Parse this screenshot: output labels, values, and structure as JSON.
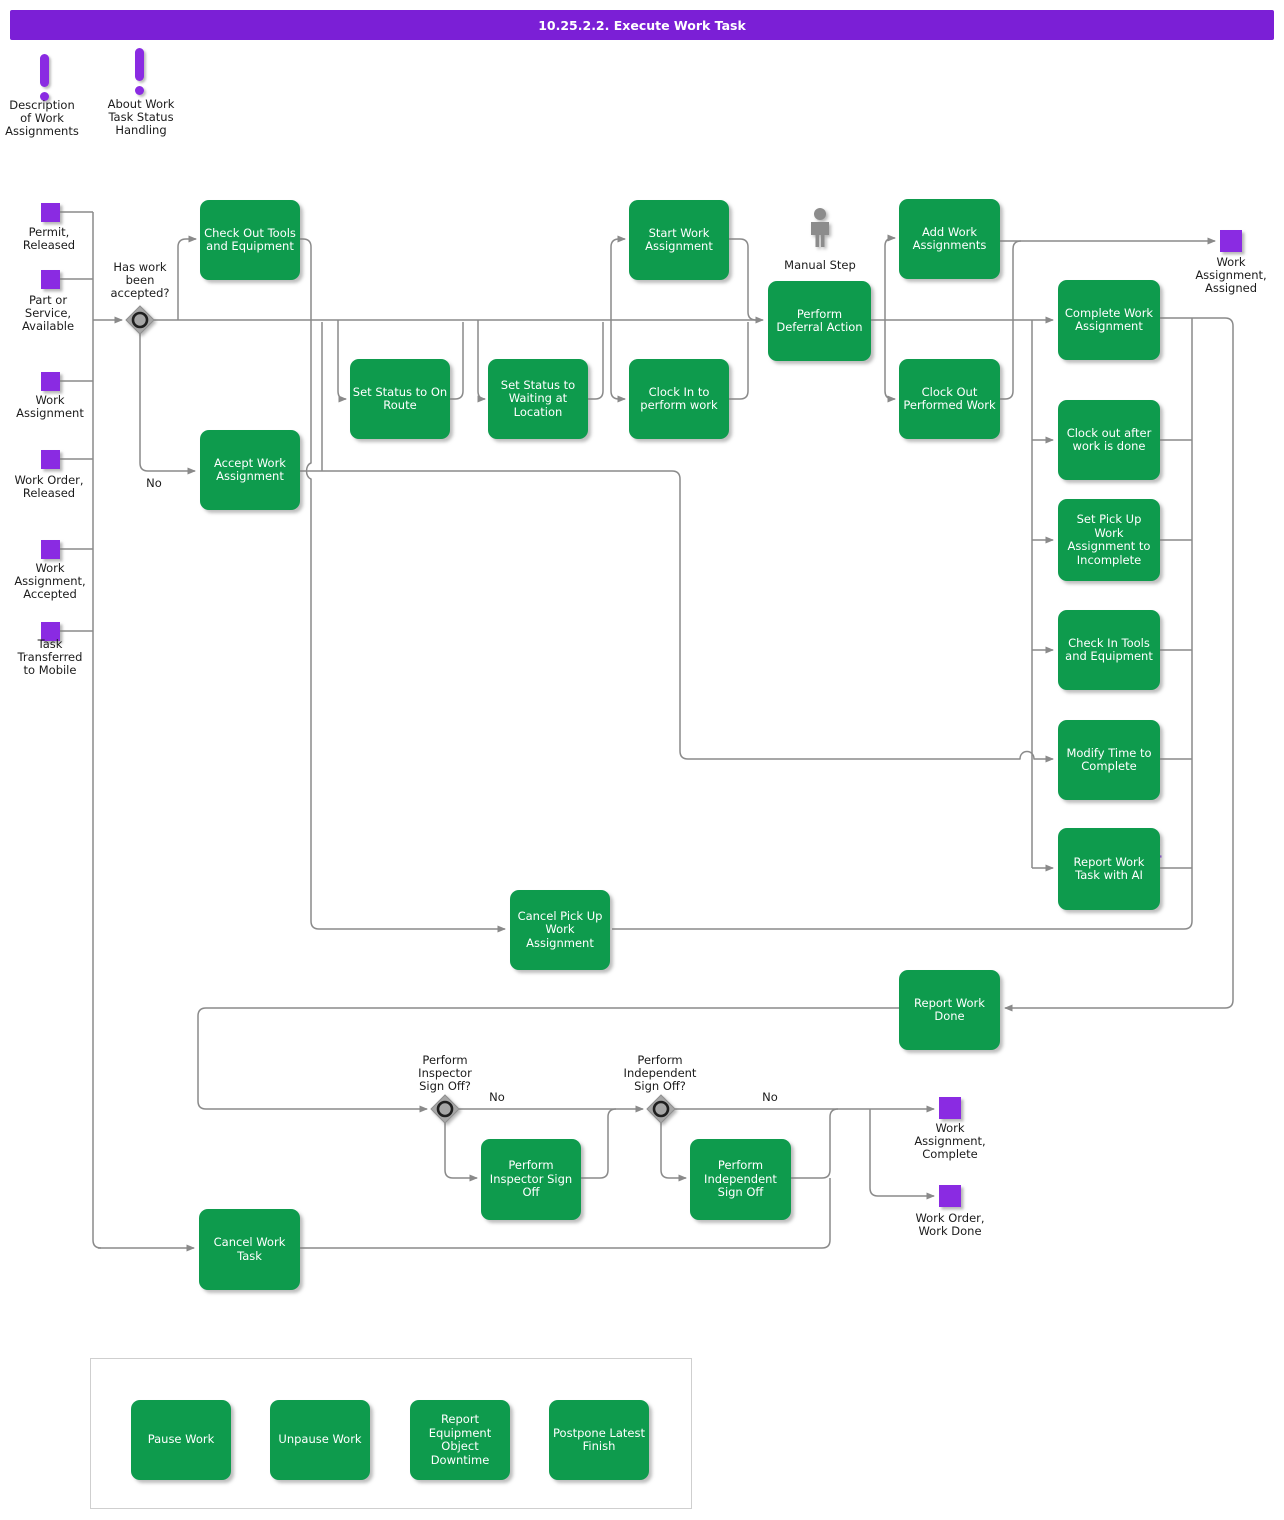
{
  "header": {
    "title": "10.25.2.2. Execute Work Task"
  },
  "colors": {
    "header": "#7B1FD6",
    "purple": "#8A2BE2",
    "green": "#0E9B4D",
    "line": "#8a8a8a",
    "sparkle": "#8a3cf0"
  },
  "info_icons": {
    "description": "Description\nof Work\nAssignments",
    "about": "About Work\nTask Status\nHandling"
  },
  "manual_step": {
    "label": "Manual Step"
  },
  "events": {
    "permit_released": "Permit,\nReleased",
    "part_available": "Part or\nService,\nAvailable",
    "work_assignment": "Work\nAssignment",
    "work_order_released": "Work Order,\nReleased",
    "wa_accepted": "Work\nAssignment,\nAccepted",
    "task_mobile": "Task\nTransferred\nto Mobile",
    "wa_assigned": "Work\nAssignment,\nAssigned",
    "wa_complete": "Work\nAssignment,\nComplete",
    "wo_work_done": "Work Order,\nWork Done"
  },
  "decisions": {
    "accepted": {
      "q": "Has work\nbeen\naccepted?",
      "no": "No"
    },
    "inspector": {
      "q": "Perform\nInspector\nSign Off?",
      "no": "No"
    },
    "independent": {
      "q": "Perform\nIndependent\nSign Off?",
      "no": "No"
    }
  },
  "tasks": {
    "check_out_tools": "Check Out Tools\nand Equipment",
    "accept_work": "Accept Work\nAssignment",
    "set_status_on_route": "Set Status to On\nRoute",
    "set_status_waiting": "Set Status to\nWaiting at\nLocation",
    "start_work": "Start Work\nAssignment",
    "clock_in": "Clock In to\nperform work",
    "perform_deferral": "Perform\nDeferral Action",
    "add_work": "Add Work\nAssignments",
    "clock_out_performed": "Clock Out\nPerformed Work",
    "complete_work": "Complete Work\nAssignment",
    "clock_out_after": "Clock out after\nwork is done",
    "set_pick_up_incomplete": "Set Pick Up\nWork\nAssignment to\nIncomplete",
    "check_in_tools": "Check In Tools\nand Equipment",
    "modify_time": "Modify Time to\nComplete",
    "report_ai": "Report Work\nTask with AI",
    "cancel_pick_up": "Cancel Pick Up\nWork\nAssignment",
    "report_work_done": "Report Work\nDone",
    "perform_inspector": "Perform\nInspector Sign\nOff",
    "perform_independent": "Perform\nIndependent\nSign Off",
    "cancel_work_task": "Cancel Work\nTask",
    "pause_work": "Pause Work",
    "unpause_work": "Unpause Work",
    "report_equipment_downtime": "Report\nEquipment\nObject\nDowntime",
    "postpone_latest_finish": "Postpone Latest\nFinish"
  }
}
